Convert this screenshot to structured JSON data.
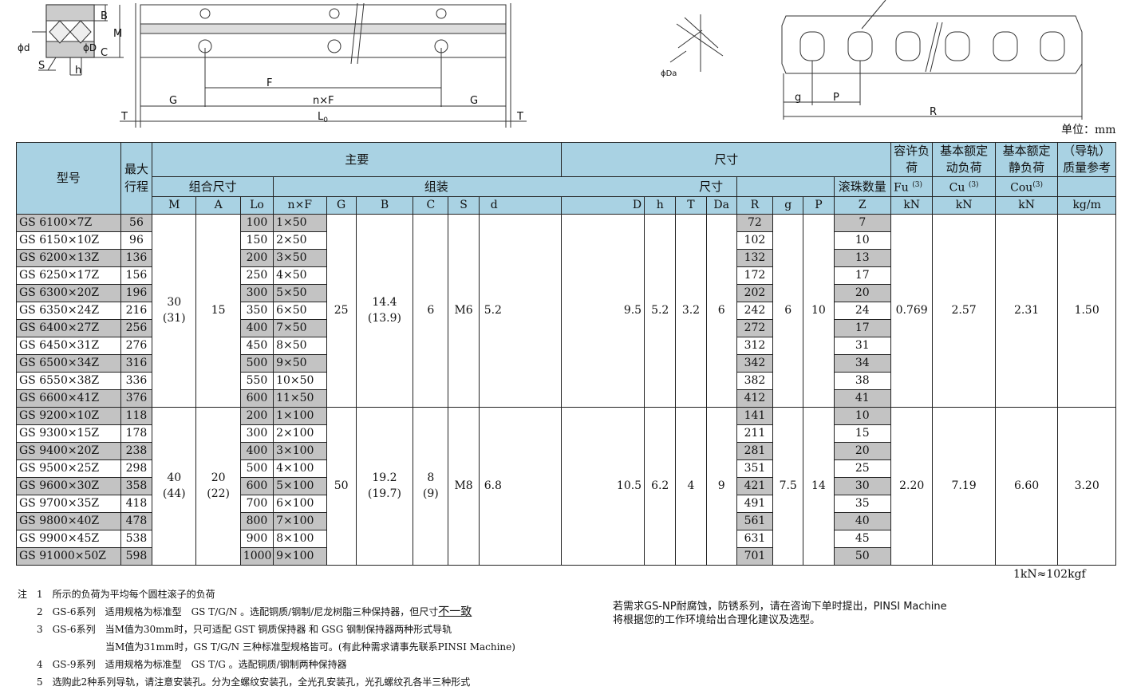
{
  "diagram": {
    "labels": {
      "B": "B",
      "M": "M",
      "d": "ϕd",
      "D": "ϕD",
      "C": "C",
      "S": "S",
      "h": "h",
      "F": "F",
      "G1": "G",
      "nF": "n×F",
      "G2": "G",
      "T1": "T",
      "L0": "L",
      "L0_sub": "0",
      "T2": "T",
      "Da": "ϕDa",
      "g": "g",
      "P": "P",
      "R": "R"
    }
  },
  "unit": "单位：mm",
  "table": {
    "header_row1": {
      "model": "型号",
      "stroke": "最大行程",
      "main": "主要",
      "dim": "尺寸",
      "fu_top": "容许负荷",
      "cu_top": "基本额定动负荷",
      "cou_top": "基本额定静负荷",
      "mass_top": "（导轨）质量参考"
    },
    "header_row2": {
      "combo": "组合尺寸",
      "assembly": "组装",
      "size": "尺寸",
      "ball": "滚珠数量",
      "fu": "Fu",
      "cu": "Cu",
      "cou": "Cou",
      "sup": "(3)"
    },
    "header_row3": {
      "M": "M",
      "A": "A",
      "Lo": "Lo",
      "nF": "n×F",
      "G": "G",
      "B": "B",
      "C": "C",
      "S": "S",
      "d": "d",
      "D": "D",
      "h": "h",
      "T": "T",
      "Da": "Da",
      "R": "R",
      "g": "g",
      "P": "P",
      "Z": "Z",
      "fu_unit": "kN",
      "cu_unit": "kN",
      "cou_unit": "kN",
      "mass_unit": "kg/m"
    },
    "group1": {
      "M": "30",
      "M2": "(31)",
      "A": "15",
      "G": "25",
      "B": "14.4",
      "B2": "(13.9)",
      "C": "6",
      "S": "M6",
      "d": "5.2",
      "D": "9.5",
      "h": "5.2",
      "T": "3.2",
      "Da": "6",
      "g": "6",
      "P": "10",
      "Fu": "0.769",
      "Cu": "2.57",
      "Cou": "2.31",
      "mass": "1.50",
      "rows": [
        {
          "model": "GS 6100×7Z",
          "stroke": "56",
          "lo": "100",
          "nf": "1×50",
          "r": "72",
          "z": "7"
        },
        {
          "model": "GS 6150×10Z",
          "stroke": "96",
          "lo": "150",
          "nf": "2×50",
          "r": "102",
          "z": "10"
        },
        {
          "model": "GS 6200×13Z",
          "stroke": "136",
          "lo": "200",
          "nf": "3×50",
          "r": "132",
          "z": "13"
        },
        {
          "model": "GS 6250×17Z",
          "stroke": "156",
          "lo": "250",
          "nf": "4×50",
          "r": "172",
          "z": "17"
        },
        {
          "model": "GS 6300×20Z",
          "stroke": "196",
          "lo": "300",
          "nf": "5×50",
          "r": "202",
          "z": "20"
        },
        {
          "model": "GS 6350×24Z",
          "stroke": "216",
          "lo": "350",
          "nf": "6×50",
          "r": "242",
          "z": "24"
        },
        {
          "model": "GS 6400×27Z",
          "stroke": "256",
          "lo": "400",
          "nf": "7×50",
          "r": "272",
          "z": "17"
        },
        {
          "model": "GS 6450×31Z",
          "stroke": "276",
          "lo": "450",
          "nf": "8×50",
          "r": "312",
          "z": "31"
        },
        {
          "model": "GS 6500×34Z",
          "stroke": "316",
          "lo": "500",
          "nf": "9×50",
          "r": "342",
          "z": "34"
        },
        {
          "model": "GS 6550×38Z",
          "stroke": "336",
          "lo": "550",
          "nf": "10×50",
          "r": "382",
          "z": "38"
        },
        {
          "model": "GS 6600×41Z",
          "stroke": "376",
          "lo": "600",
          "nf": "11×50",
          "r": "412",
          "z": "41"
        }
      ]
    },
    "group2": {
      "M": "40",
      "M2": "(44)",
      "A": "20",
      "A2": "(22)",
      "G": "50",
      "B": "19.2",
      "B2": "(19.7)",
      "C": "8",
      "C2": "(9)",
      "S": "M8",
      "d": "6.8",
      "D": "10.5",
      "h": "6.2",
      "T": "4",
      "Da": "9",
      "g": "7.5",
      "P": "14",
      "Fu": "2.20",
      "Cu": "7.19",
      "Cou": "6.60",
      "mass": "3.20",
      "rows": [
        {
          "model": "GS 9200×10Z",
          "stroke": "118",
          "lo": "200",
          "nf": "1×100",
          "r": "141",
          "z": "10"
        },
        {
          "model": "GS 9300×15Z",
          "stroke": "178",
          "lo": "300",
          "nf": "2×100",
          "r": "211",
          "z": "15"
        },
        {
          "model": "GS 9400×20Z",
          "stroke": "238",
          "lo": "400",
          "nf": "3×100",
          "r": "281",
          "z": "20"
        },
        {
          "model": "GS 9500×25Z",
          "stroke": "298",
          "lo": "500",
          "nf": "4×100",
          "r": "351",
          "z": "25"
        },
        {
          "model": "GS 9600×30Z",
          "stroke": "358",
          "lo": "600",
          "nf": "5×100",
          "r": "421",
          "z": "30"
        },
        {
          "model": "GS 9700×35Z",
          "stroke": "418",
          "lo": "700",
          "nf": "6×100",
          "r": "491",
          "z": "35"
        },
        {
          "model": "GS 9800×40Z",
          "stroke": "478",
          "lo": "800",
          "nf": "7×100",
          "r": "561",
          "z": "40"
        },
        {
          "model": "GS 9900×45Z",
          "stroke": "538",
          "lo": "900",
          "nf": "8×100",
          "r": "631",
          "z": "45"
        },
        {
          "model": "GS 91000×50Z",
          "stroke": "598",
          "lo": "1000",
          "nf": "9×100",
          "r": "701",
          "z": "50"
        }
      ]
    }
  },
  "footer_right": "1kN≈102kgf",
  "notes": {
    "n1": "注　1　所示的负荷为平均每个圆柱滚子的负荷",
    "n2a": "2　GS-6系列　适用规格为标准型　GS T/G/N 。选配铜质/钢制/尼龙树脂三种保持器，但尺寸",
    "n2b": "不一致",
    "n3a": "3　GS-6系列　当M值为30mm时，只可适配 GST 铜质保持器 和 GSG 钢制保持器两种形式导轨",
    "n3b": "当M值为31mm时，GS T/G/N 三种标准型规格皆可。(有此种需求请事先联系PINSI Machine)",
    "n4": "4　GS-9系列　适用规格为标准型　GS T/G 。选配铜质/钢制两种保持器",
    "n5": "5　选购此2种系列导轨，请注意安装孔。分为全螺纹安装孔，全光孔安装孔，光孔螺纹孔各半三种形式"
  },
  "advice": {
    "line1": "若需求GS-NP耐腐蚀，防锈系列，请在咨询下单时提出，PINSI Machine",
    "line2": "将根据您的工作环境给出合理化建议及选型。"
  }
}
